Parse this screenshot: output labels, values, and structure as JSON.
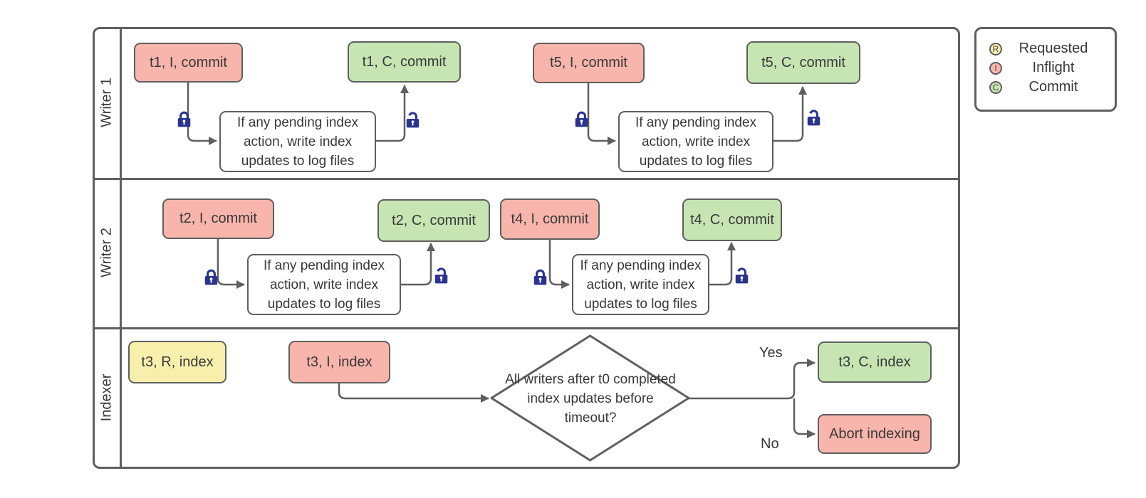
{
  "lanes": [
    {
      "label": "Writer 1"
    },
    {
      "label": "Writer 2"
    },
    {
      "label": "Indexer"
    }
  ],
  "nodes": {
    "t1_inflight": {
      "text": "t1, I, commit",
      "state": "inflight"
    },
    "w1_process_a": {
      "text": "If any pending index action, write index updates to log files"
    },
    "t1_commit": {
      "text": "t1, C, commit",
      "state": "commit"
    },
    "t5_inflight": {
      "text": "t5, I, commit",
      "state": "inflight"
    },
    "w1_process_b": {
      "text": "If any pending index action, write index updates to log files"
    },
    "t5_commit": {
      "text": "t5, C, commit",
      "state": "commit"
    },
    "t2_inflight": {
      "text": "t2, I, commit",
      "state": "inflight"
    },
    "w2_process_a": {
      "text": "If any pending index action, write index updates to log files"
    },
    "t2_commit": {
      "text": "t2, C, commit",
      "state": "commit"
    },
    "t4_inflight": {
      "text": "t4, I, commit",
      "state": "inflight"
    },
    "w2_process_b": {
      "text": "If any pending index action, write index updates to log files"
    },
    "t4_commit": {
      "text": "t4, C, commit",
      "state": "commit"
    },
    "t3_requested": {
      "text": "t3, R, index",
      "state": "requested"
    },
    "t3_inflight": {
      "text": "t3, I, index",
      "state": "inflight"
    },
    "decision": {
      "text": "All writers after t0 completed index updates before timeout?"
    },
    "t3_commit": {
      "text": "t3, C, index",
      "state": "commit"
    },
    "abort": {
      "text": "Abort indexing",
      "state": "inflight"
    }
  },
  "edge_labels": {
    "yes": "Yes",
    "no": "No"
  },
  "legend": {
    "items": [
      {
        "letter": "R",
        "label": "Requested"
      },
      {
        "letter": "I",
        "label": "Inflight"
      },
      {
        "letter": "C",
        "label": "Commit"
      }
    ]
  },
  "icons": {
    "closed_lock": "lock-closed-icon",
    "open_lock": "lock-open-icon"
  },
  "colors": {
    "requested_fill": "#f9efad",
    "inflight_fill": "#f8b5ab",
    "commit_fill": "#c6e5b3",
    "lock_blue": "#2b3390",
    "border_gray": "#5f5f5f"
  }
}
